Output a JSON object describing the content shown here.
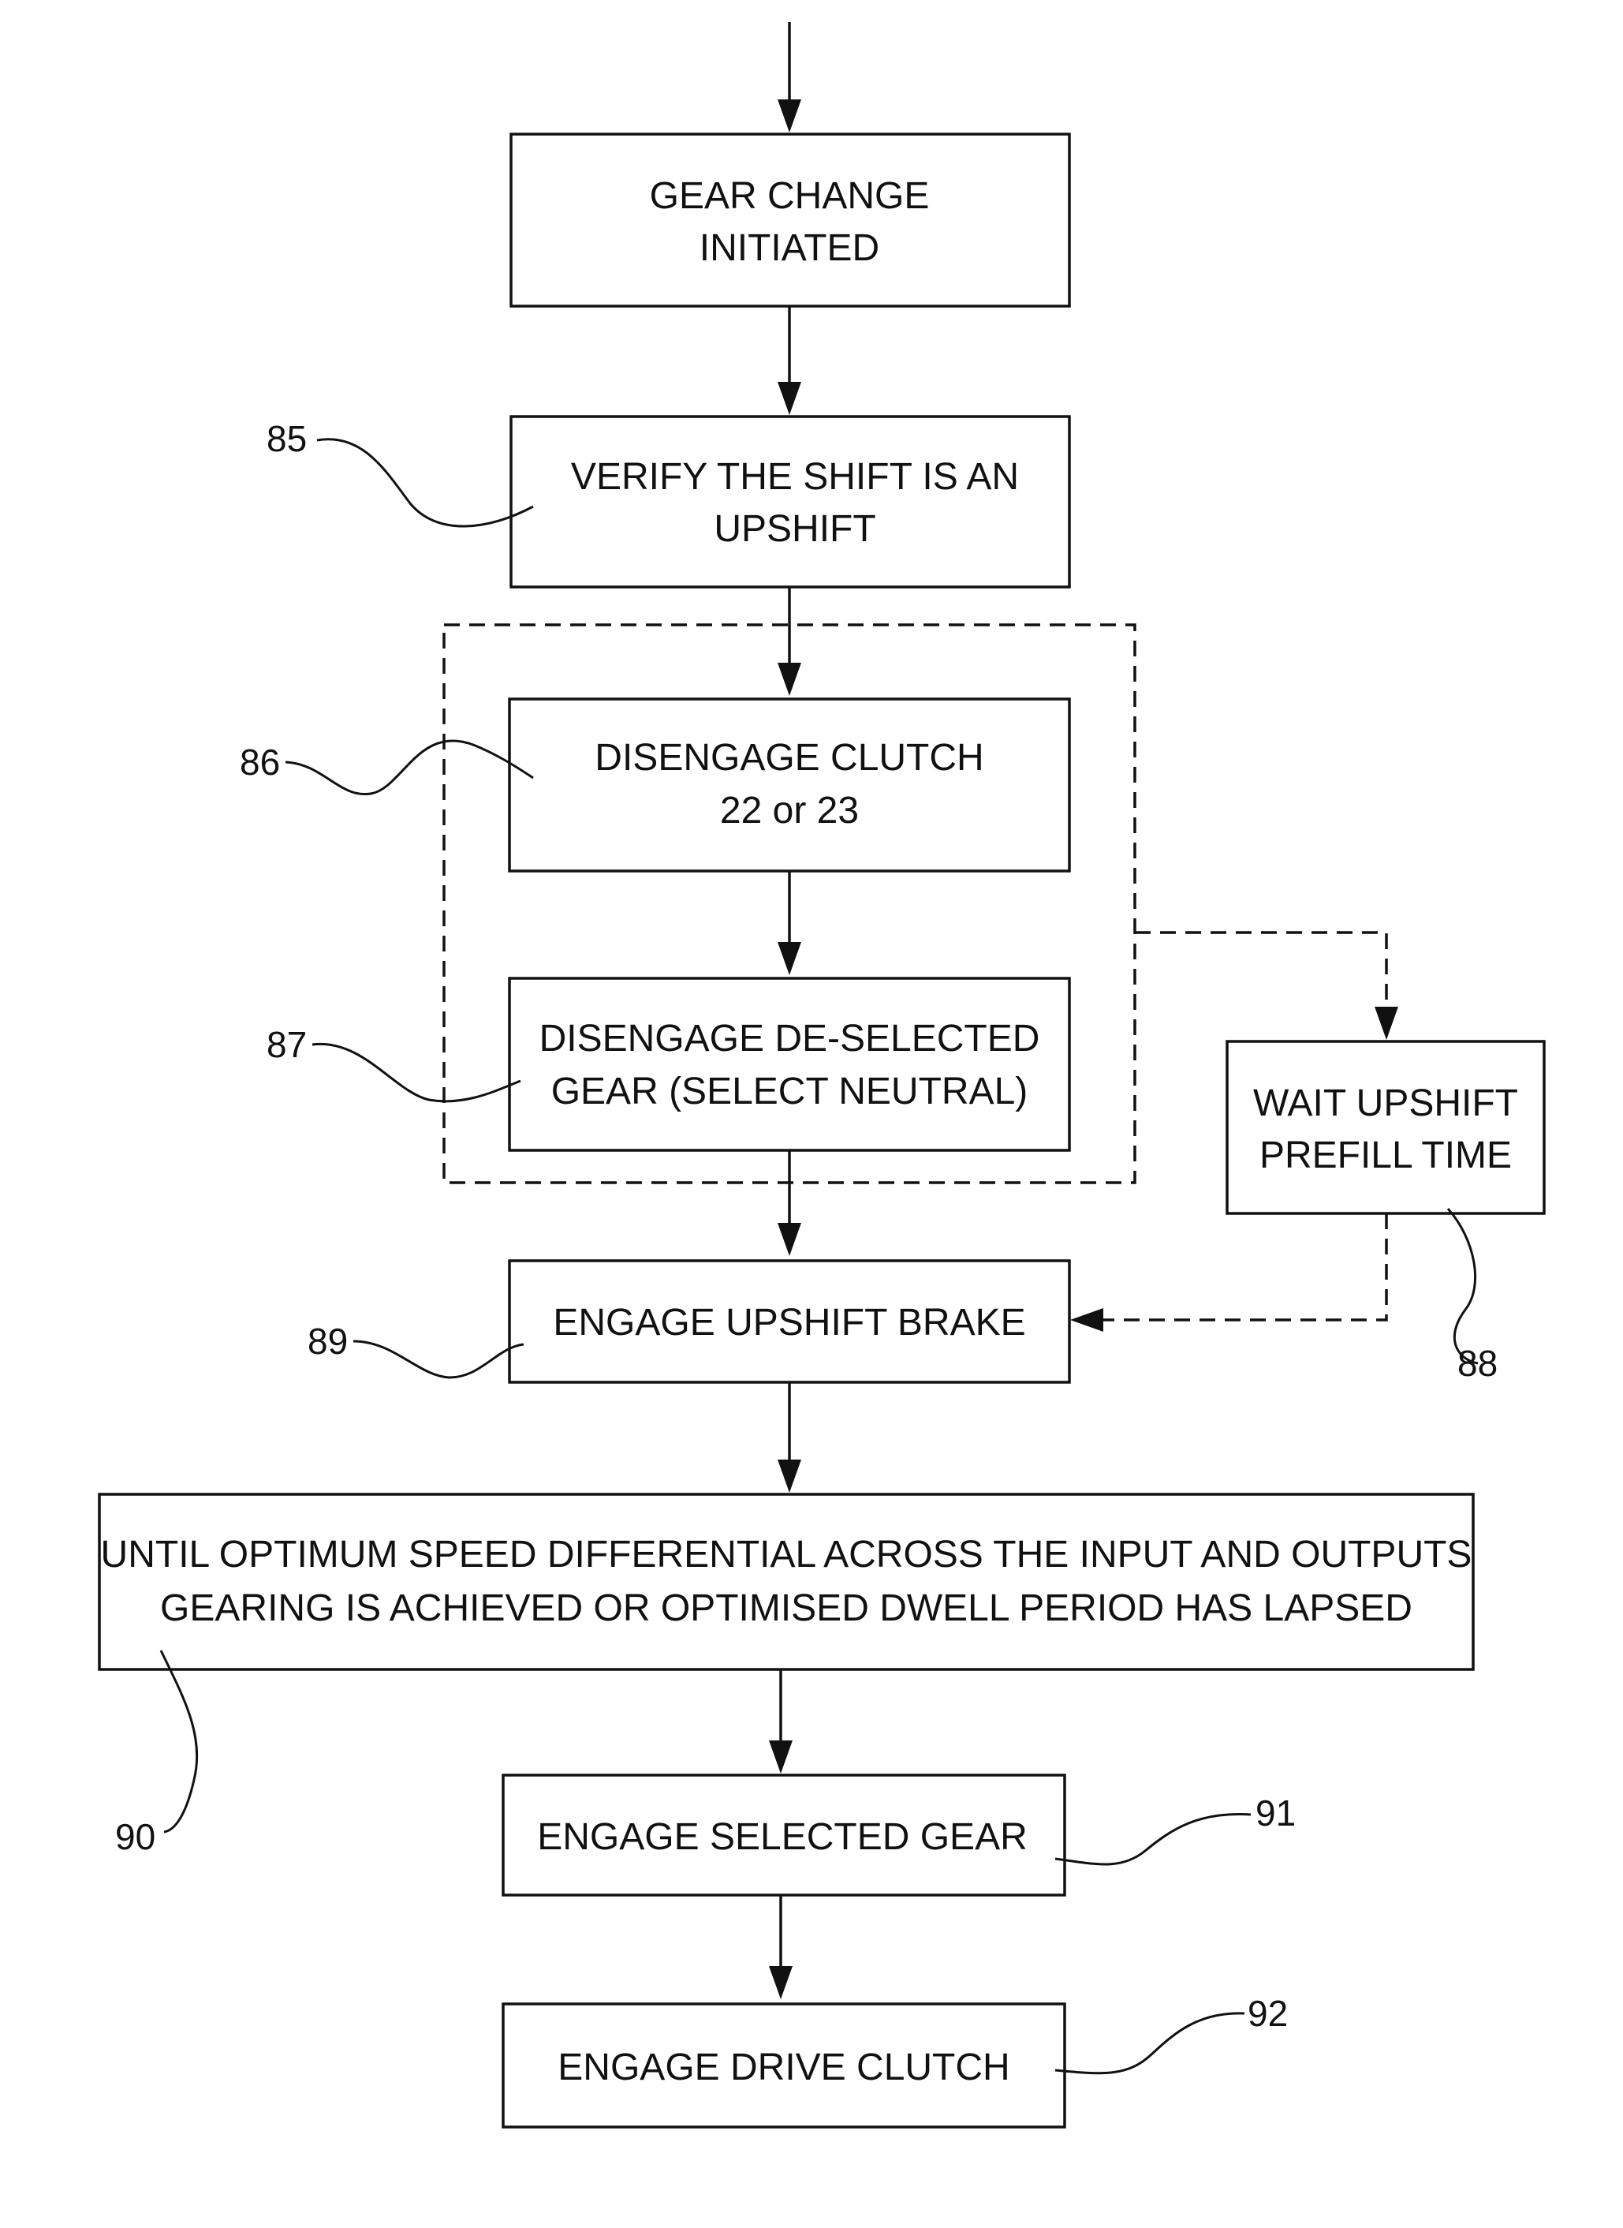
{
  "boxes": {
    "gear_change": {
      "lines": [
        "GEAR CHANGE",
        "INITIATED"
      ]
    },
    "verify_upshift": {
      "lines": [
        "VERIFY THE SHIFT IS AN",
        "UPSHIFT"
      ]
    },
    "disengage_clutch": {
      "lines": [
        "DISENGAGE CLUTCH",
        "22 or 23"
      ]
    },
    "disengage_gear": {
      "lines": [
        "DISENGAGE DE-SELECTED",
        "GEAR (SELECT NEUTRAL)"
      ]
    },
    "wait_prefill": {
      "lines": [
        "WAIT UPSHIFT",
        "PREFILL TIME"
      ]
    },
    "engage_brake": {
      "lines": [
        "ENGAGE UPSHIFT BRAKE"
      ]
    },
    "until_optimum": {
      "lines": [
        "UNTIL OPTIMUM SPEED DIFFERENTIAL ACROSS THE INPUT AND OUTPUTS",
        "GEARING IS ACHIEVED OR OPTIMISED DWELL PERIOD HAS LAPSED"
      ]
    },
    "engage_gear": {
      "lines": [
        "ENGAGE SELECTED GEAR"
      ]
    },
    "engage_drive": {
      "lines": [
        "ENGAGE DRIVE CLUTCH"
      ]
    }
  },
  "refs": {
    "r85": "85",
    "r86": "86",
    "r87": "87",
    "r88": "88",
    "r89": "89",
    "r90": "90",
    "r91": "91",
    "r92": "92"
  }
}
